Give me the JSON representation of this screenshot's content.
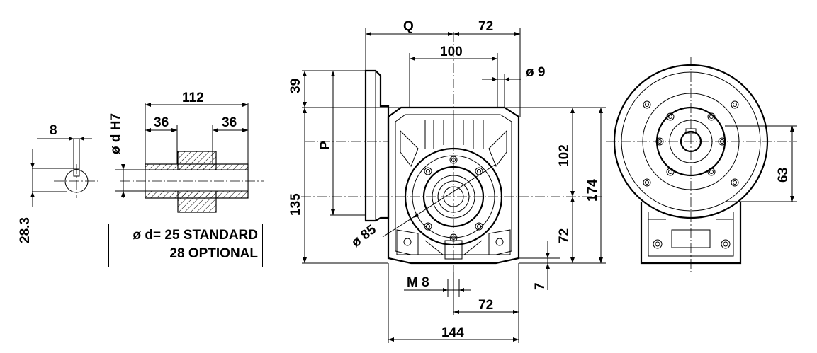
{
  "shaft_detail": {
    "key_width": "8",
    "key_height": "28.3"
  },
  "hollow_shaft": {
    "overall_length": "112",
    "left_collar": "36",
    "right_collar": "36",
    "bore_label": "ø d H7"
  },
  "note": {
    "line1": "ø d= 25 STANDARD",
    "line2": "28 OPTIONAL"
  },
  "front_view": {
    "q_label": "Q",
    "q_right": "72",
    "flange_width": "100",
    "bolt_hole": "ø 9",
    "p_label": "P",
    "flange_top": "39",
    "lower_height": "135",
    "pcd": "ø 85",
    "height_upper": "102",
    "height_total": "174",
    "height_lower": "72",
    "base_offset": "7",
    "thread": "M 8",
    "base_half": "72",
    "base_width": "144"
  },
  "side_view": {
    "shaft_height": "63"
  }
}
